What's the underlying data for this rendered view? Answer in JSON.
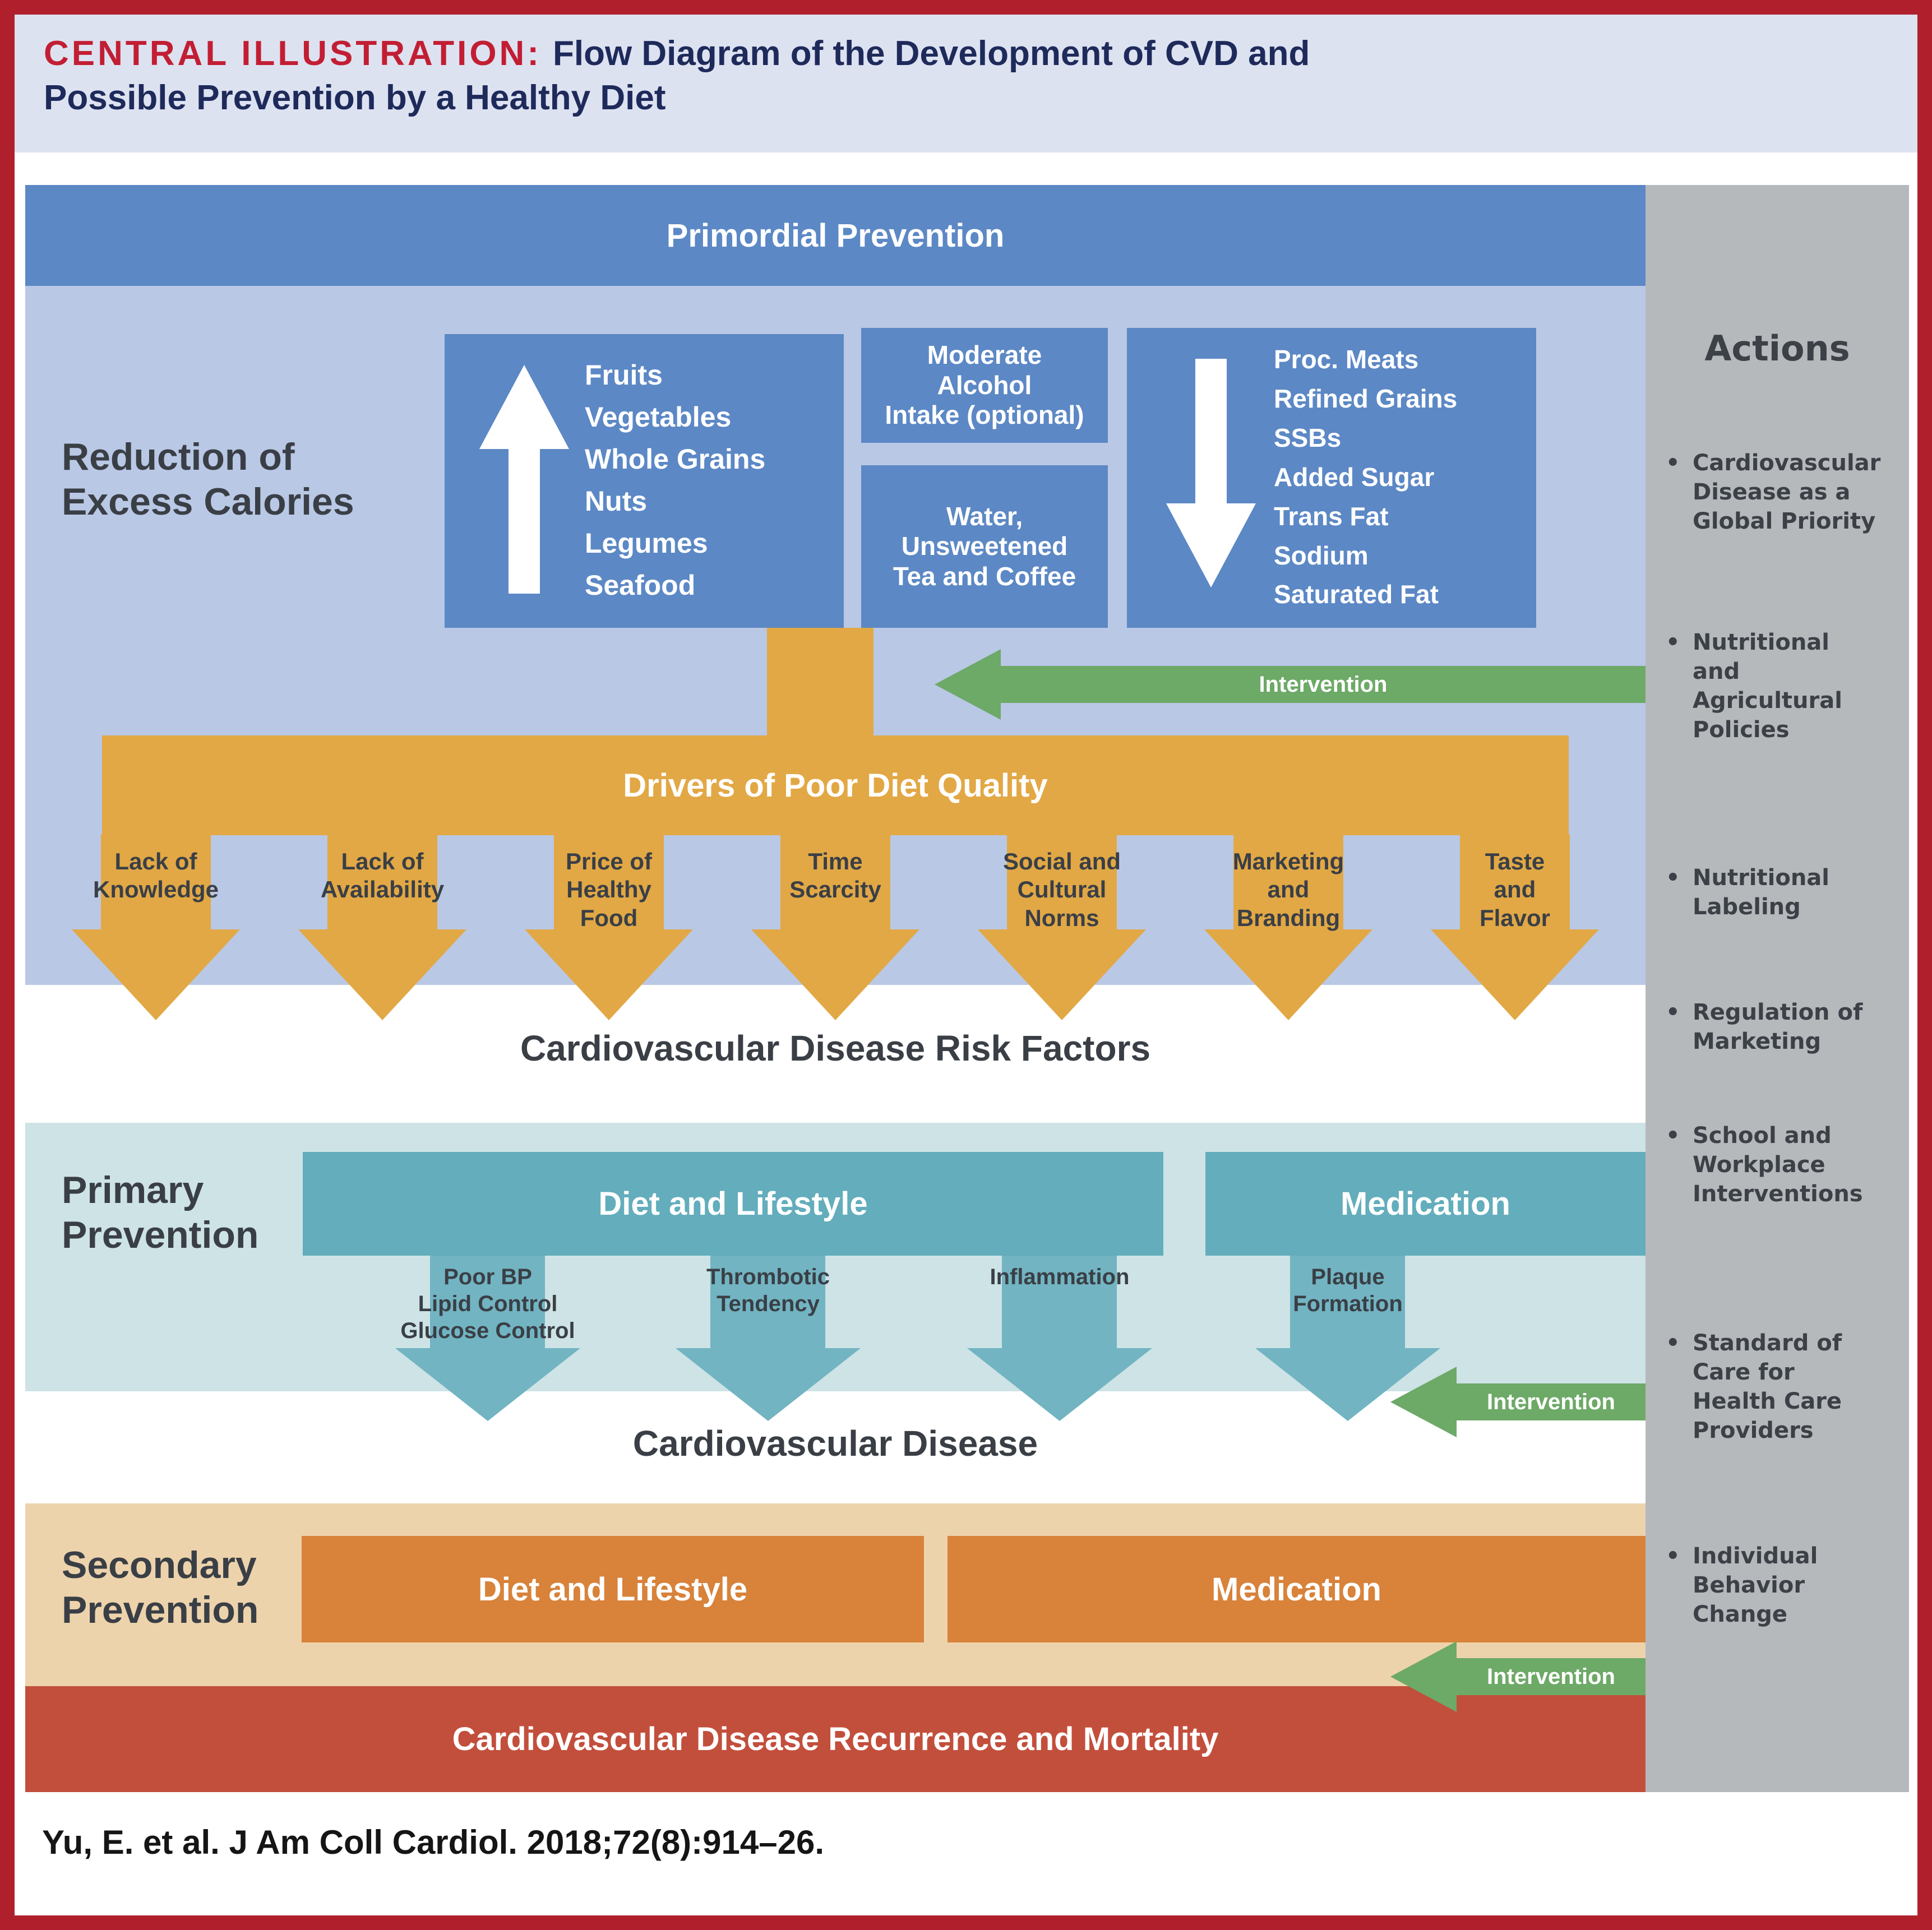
{
  "title": {
    "prefix": "CENTRAL ILLUSTRATION:",
    "text": "Flow Diagram of the Development of CVD and Possible Prevention by a Healthy Diet"
  },
  "primordial": {
    "header": "Primordial Prevention",
    "side_label": "Reduction of Excess Calories",
    "increase_items": [
      "Fruits",
      "Vegetables",
      "Whole Grains",
      "Nuts",
      "Legumes",
      "Seafood"
    ],
    "moderate_box": [
      "Moderate",
      "Alcohol",
      "Intake (optional)"
    ],
    "water_box": [
      "Water,",
      "Unsweetened",
      "Tea and Coffee"
    ],
    "decrease_items": [
      "Proc. Meats",
      "Refined Grains",
      "SSBs",
      "Added Sugar",
      "Trans Fat",
      "Sodium",
      "Saturated Fat"
    ],
    "intervention": "Intervention"
  },
  "drivers": {
    "title": "Drivers of Poor Diet Quality",
    "arrows": [
      [
        "Lack of",
        "Knowledge"
      ],
      [
        "Lack of",
        "Availability"
      ],
      [
        "Price of",
        "Healthy",
        "Food"
      ],
      [
        "Time",
        "Scarcity"
      ],
      [
        "Social and",
        "Cultural",
        "Norms"
      ],
      [
        "Marketing",
        "and",
        "Branding"
      ],
      [
        "Taste",
        "and",
        "Flavor"
      ]
    ]
  },
  "risk_factors_heading": "Cardiovascular Disease Risk Factors",
  "primary": {
    "side_label": "Primary Prevention",
    "diet_box": "Diet and Lifestyle",
    "medication_box": "Medication",
    "arrows": [
      [
        "Poor BP",
        "Lipid Control",
        "Glucose Control"
      ],
      [
        "Thrombotic",
        "Tendency"
      ],
      [
        "Inflammation"
      ],
      [
        "Plaque",
        "Formation"
      ]
    ],
    "intervention": "Intervention"
  },
  "cvd_heading": "Cardiovascular Disease",
  "secondary": {
    "side_label": "Secondary Prevention",
    "diet_box": "Diet and Lifestyle",
    "medication_box": "Medication",
    "intervention": "Intervention",
    "outcome_bar": "Cardiovascular Disease Recurrence and Mortality"
  },
  "actions": {
    "title": "Actions",
    "bullet": "•",
    "items": [
      "Cardiovascular Disease as a Global Priority",
      "Nutritional and Agricultural Policies",
      "Nutritional Labeling",
      "Regulation of Marketing",
      "School and Workplace Interventions",
      "Standard of Care for Health Care Providers",
      "Individual Behavior Change"
    ]
  },
  "citation": "Yu, E. et al. J Am Coll Cardiol. 2018;72(8):914–26.",
  "colors": {
    "border_red": "#b01f2c",
    "title_red": "#c21e33",
    "navy": "#1e2a5a",
    "lavender": "#dde2f1",
    "blue_box": "#5c88c5",
    "panel_blue": "#b9c8e5",
    "mustard": "#e2a845",
    "green": "#6da967",
    "dark_text": "#3a3f46",
    "teal_panel": "#cde3e6",
    "teal_box": "#63adbc",
    "teal_arrow": "#72b4c2",
    "tan_panel": "#edd3ac",
    "orange_box": "#d8823a",
    "red_bar": "#c24f3c",
    "sidebar_gray": "#b6b9bc",
    "sidebar_text": "#3c4147"
  }
}
